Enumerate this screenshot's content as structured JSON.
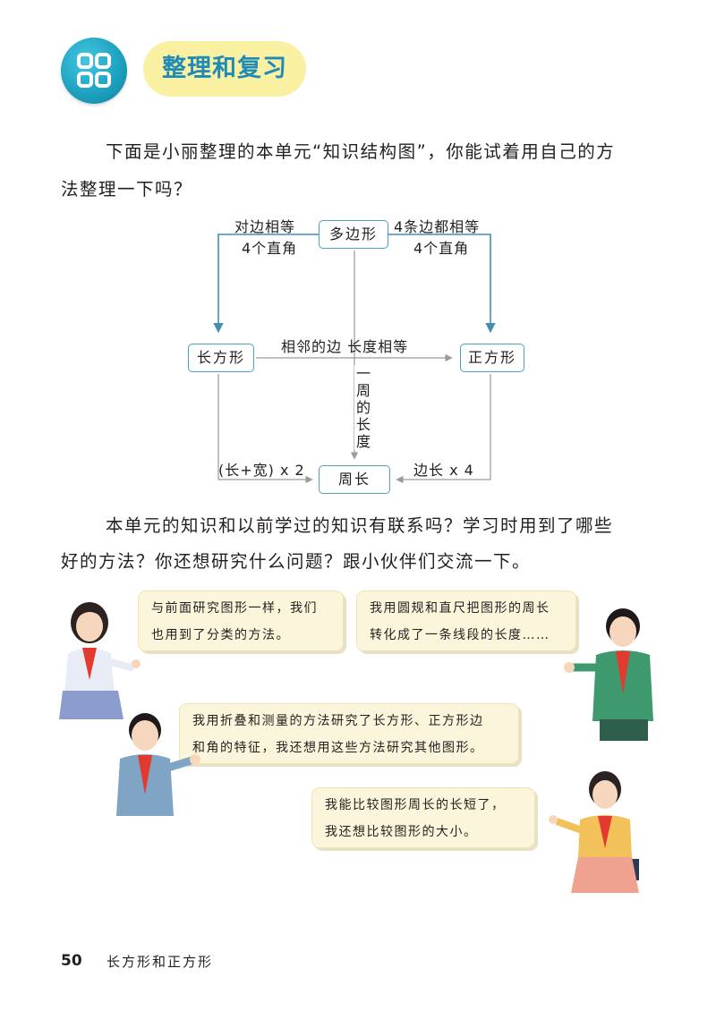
{
  "header": {
    "title": "整理和复习",
    "icon": "grid-icon"
  },
  "intro": {
    "line1": "下面是小丽整理的本单元“知识结构图”，你能试着用自己的方",
    "line2": "法整理一下吗？"
  },
  "diagram": {
    "polygon": "多边形",
    "rectangle": "长方形",
    "square": "正方形",
    "perimeter": "周长",
    "left_label_1": "对边相等",
    "left_label_2": "4个直角",
    "right_label_1": "4条边都相等",
    "right_label_2": "4个直角",
    "middle_label": "相邻的边 长度相等",
    "vertical_label": "一周的长度",
    "rect_formula": "(长+宽) x 2",
    "square_formula": "边长 x 4"
  },
  "discussion": {
    "line1": "本单元的知识和以前学过的知识有联系吗？学习时用到了哪些",
    "line2": "好的方法？你还想研究什么问题？跟小伙伴们交流一下。"
  },
  "bubbles": [
    {
      "line1": "与前面研究图形一样，我们",
      "line2": "也用到了分类的方法。"
    },
    {
      "line1": "我用圆规和直尺把图形的周长",
      "line2": "转化成了一条线段的长度……"
    },
    {
      "line1": "我用折叠和测量的方法研究了长方形、正方形边",
      "line2": "和角的特征，我还想用这些方法研究其他图形。"
    },
    {
      "line1": "我能比较图形周长的长短了，",
      "line2": "我还想比较图形的大小。"
    }
  ],
  "footer": {
    "page_number": "50",
    "chapter": "长方形和正方形"
  },
  "colors": {
    "header_blue": "#1f8bb6",
    "header_pill": "#f9f0a2",
    "bubble_bg": "#fbf6db",
    "node_border": "#4aa0c1",
    "arrow_blue": "#3d8fb5",
    "arrow_gray": "#9a9a9a"
  }
}
